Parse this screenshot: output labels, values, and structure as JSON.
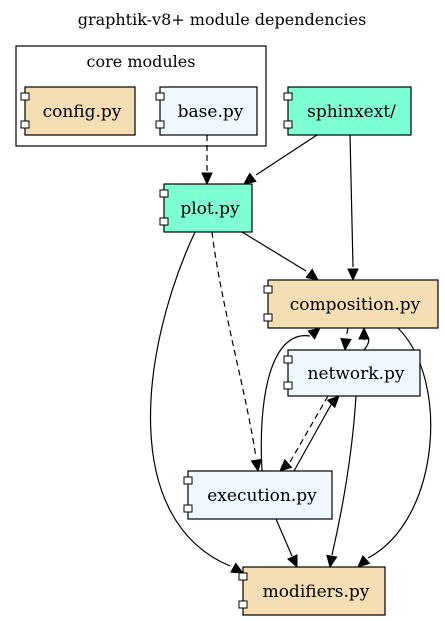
{
  "title": "graphtik-v8+ module dependencies",
  "cluster": {
    "label": "core modules"
  },
  "colors": {
    "wheat": "#f5deb3",
    "aliceblue": "#f0f8ff",
    "aquamarine": "#7fffd4"
  },
  "nodes": {
    "config": {
      "label": "config.py",
      "fill": "wheat"
    },
    "base": {
      "label": "base.py",
      "fill": "aliceblue"
    },
    "sphinxext": {
      "label": "sphinxext/",
      "fill": "aquamarine"
    },
    "plot": {
      "label": "plot.py",
      "fill": "aquamarine"
    },
    "composition": {
      "label": "composition.py",
      "fill": "wheat"
    },
    "network": {
      "label": "network.py",
      "fill": "aliceblue"
    },
    "execution": {
      "label": "execution.py",
      "fill": "aliceblue"
    },
    "modifiers": {
      "label": "modifiers.py",
      "fill": "wheat"
    }
  },
  "edges": [
    {
      "from": "base",
      "to": "plot",
      "style": "dashed"
    },
    {
      "from": "sphinxext",
      "to": "plot",
      "style": "solid"
    },
    {
      "from": "sphinxext",
      "to": "composition",
      "style": "solid"
    },
    {
      "from": "plot",
      "to": "composition",
      "style": "solid"
    },
    {
      "from": "plot",
      "to": "execution",
      "style": "dashed"
    },
    {
      "from": "plot",
      "to": "modifiers",
      "style": "solid"
    },
    {
      "from": "composition",
      "to": "network",
      "style": "dashed"
    },
    {
      "from": "network",
      "to": "composition",
      "style": "solid"
    },
    {
      "from": "execution",
      "to": "composition",
      "style": "solid"
    },
    {
      "from": "composition",
      "to": "modifiers",
      "style": "solid"
    },
    {
      "from": "network",
      "to": "execution",
      "style": "dashed"
    },
    {
      "from": "execution",
      "to": "network",
      "style": "solid"
    },
    {
      "from": "network",
      "to": "modifiers",
      "style": "solid"
    },
    {
      "from": "execution",
      "to": "modifiers",
      "style": "solid"
    }
  ]
}
